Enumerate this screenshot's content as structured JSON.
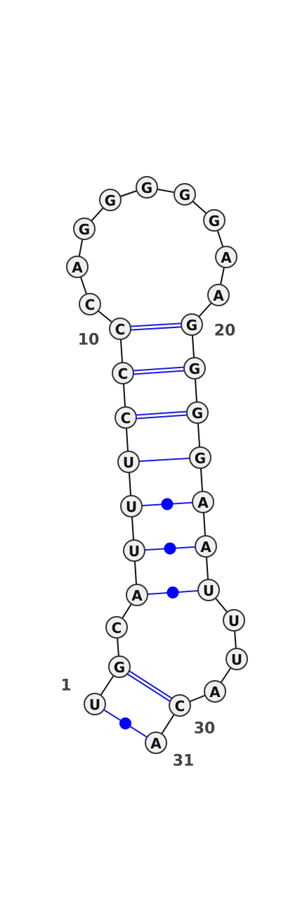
{
  "sequence": [
    {
      "letter": "U"
    },
    {
      "letter": "G"
    },
    {
      "letter": "C"
    },
    {
      "letter": "A"
    },
    {
      "letter": "U"
    },
    {
      "letter": "U"
    },
    {
      "letter": "U"
    },
    {
      "letter": "C"
    },
    {
      "letter": "C"
    },
    {
      "letter": "C"
    },
    {
      "letter": "C"
    },
    {
      "letter": "A"
    },
    {
      "letter": "G"
    },
    {
      "letter": "G"
    },
    {
      "letter": "G"
    },
    {
      "letter": "G"
    },
    {
      "letter": "G"
    },
    {
      "letter": "A"
    },
    {
      "letter": "A"
    },
    {
      "letter": "G"
    },
    {
      "letter": "G"
    },
    {
      "letter": "G"
    },
    {
      "letter": "G"
    },
    {
      "letter": "A"
    },
    {
      "letter": "A"
    },
    {
      "letter": "U"
    },
    {
      "letter": "U"
    },
    {
      "letter": "U"
    },
    {
      "letter": "A"
    },
    {
      "letter": "C"
    },
    {
      "letter": "A"
    }
  ],
  "pairs": [
    {
      "i": 1,
      "j": 31,
      "type": "wobble"
    },
    {
      "i": 2,
      "j": 30,
      "type": "double"
    },
    {
      "i": 4,
      "j": 26,
      "type": "wobble"
    },
    {
      "i": 5,
      "j": 25,
      "type": "wobble"
    },
    {
      "i": 6,
      "j": 24,
      "type": "wobble"
    },
    {
      "i": 7,
      "j": 23,
      "type": "single"
    },
    {
      "i": 8,
      "j": 22,
      "type": "double"
    },
    {
      "i": 9,
      "j": 21,
      "type": "double"
    },
    {
      "i": 10,
      "j": 20,
      "type": "double"
    }
  ],
  "number_labels": [
    {
      "text": "1",
      "near": 1
    },
    {
      "text": "10",
      "near": 10
    },
    {
      "text": "20",
      "near": 20
    },
    {
      "text": "30",
      "near": 30
    },
    {
      "text": "31",
      "near": 31
    }
  ],
  "colors": {
    "pair_line": "#1a1adf",
    "wobble_dot": "#0000ff",
    "node_fill": "#f0f0f0",
    "node_stroke": "#333333"
  }
}
